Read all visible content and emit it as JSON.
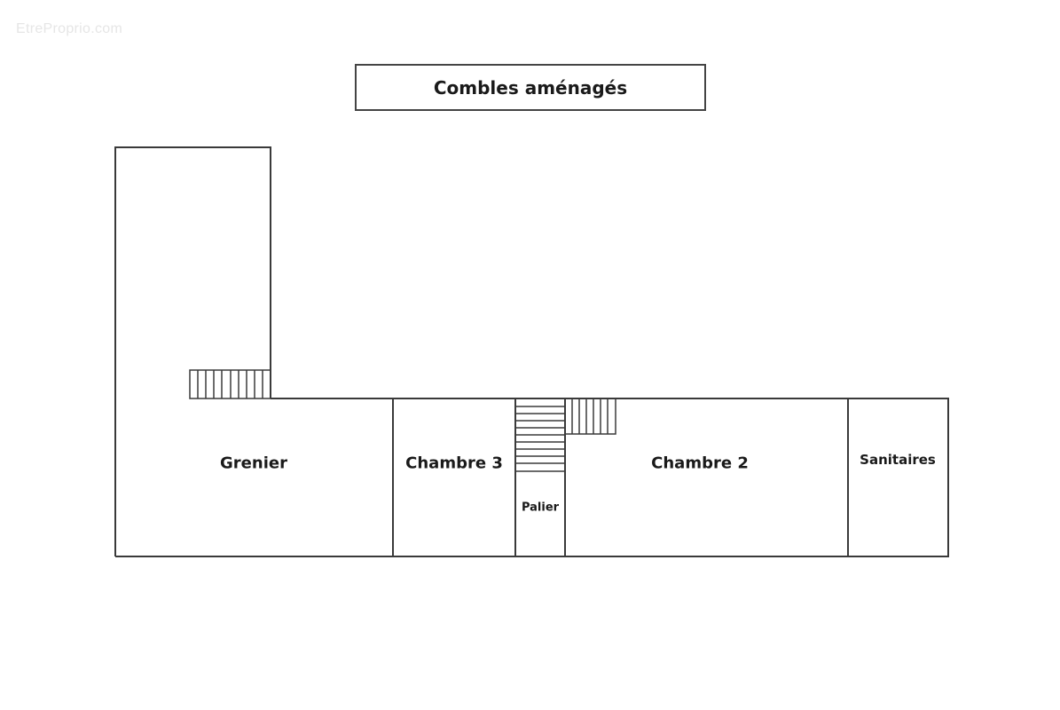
{
  "watermark": "EtreProprio.com",
  "title": "Combles aménagés",
  "rooms": [
    {
      "id": "grenier",
      "label": "Grenier"
    },
    {
      "id": "chambre3",
      "label": "Chambre 3"
    },
    {
      "id": "palier",
      "label": "Palier"
    },
    {
      "id": "chambre2",
      "label": "Chambre 2"
    },
    {
      "id": "sanitaires",
      "label": "Sanitaires"
    }
  ],
  "colors": {
    "wall": "#3a3a3a",
    "text": "#1a1a1a",
    "background": "#ffffff"
  }
}
